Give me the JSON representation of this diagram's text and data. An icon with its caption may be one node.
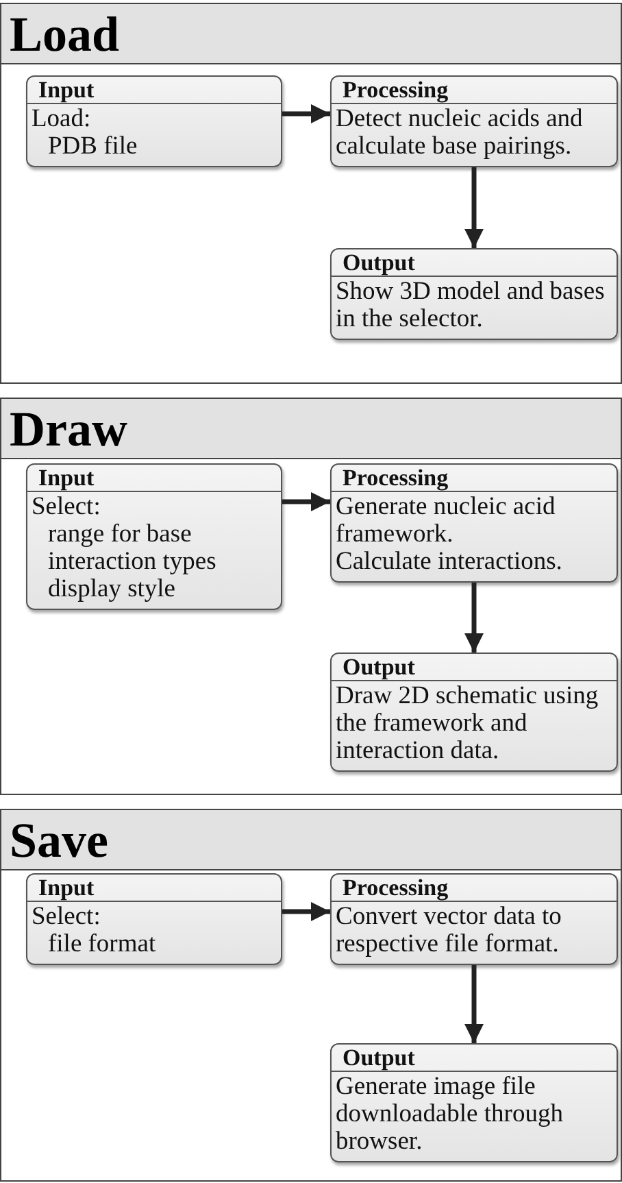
{
  "diagram": {
    "nodes": [
      {
        "text": [
          "Load"
        ]
      },
      {
        "text": [
          "Input",
          "Load:",
          "PDB file"
        ],
        "in": 0
      },
      {
        "text": [
          "Processing",
          "Detect nucleic acids and calculate base pairings."
        ],
        "in": 0
      },
      {
        "text": [
          "Output",
          "Show 3D model and bases in the selector."
        ],
        "in": 0
      },
      {
        "text": [
          "Draw"
        ]
      },
      {
        "text": [
          "Input",
          "Select:",
          "range for base",
          "interaction types",
          "display style"
        ],
        "in": 4
      },
      {
        "text": [
          "Processing",
          "Generate nucleic acid framework.",
          "Calculate interactions."
        ],
        "in": 4
      },
      {
        "text": [
          "Output",
          "Draw 2D schematic using the framework and interaction data."
        ],
        "in": 4
      },
      {
        "text": [
          "Save"
        ]
      },
      {
        "text": [
          "Input",
          "Select:",
          "file format"
        ],
        "in": 8
      },
      {
        "text": [
          "Processing",
          "Convert vector data to respective file format."
        ],
        "in": 8
      },
      {
        "text": [
          "Output",
          "Generate image file downloadable through browser."
        ],
        "in": 8
      }
    ],
    "edges": [
      {
        "from": 1,
        "to": 2,
        "arrow": "to"
      },
      {
        "from": 2,
        "to": 3,
        "arrow": "to"
      },
      {
        "from": 5,
        "to": 6,
        "arrow": "to"
      },
      {
        "from": 6,
        "to": 7,
        "arrow": "to"
      },
      {
        "from": 9,
        "to": 10,
        "arrow": "to"
      },
      {
        "from": 10,
        "to": 11,
        "arrow": "to"
      }
    ]
  }
}
